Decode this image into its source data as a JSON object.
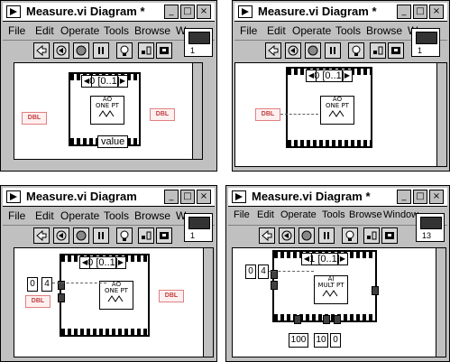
{
  "windows": [
    {
      "title": "Measure.vi Diagram *",
      "menu": [
        "File",
        "Edit",
        "Operate",
        "Tools",
        "Browse",
        "W"
      ],
      "palette_number": "1",
      "selector": "0 [0..1]",
      "vi_text": [
        "AO",
        "ONE PT"
      ],
      "indicator_label": "value",
      "dbl": "DBL"
    },
    {
      "title": "Measure.vi Diagram *",
      "menu": [
        "File",
        "Edit",
        "Operate",
        "Tools",
        "Browse",
        "W"
      ],
      "palette_number": "1",
      "selector": "0 [0..1]",
      "vi_text": [
        "AO",
        "ONE PT"
      ],
      "dbl": "DBL"
    },
    {
      "title": "Measure.vi Diagram",
      "menu": [
        "File",
        "Edit",
        "Operate",
        "Tools",
        "Browse",
        "W"
      ],
      "palette_number": "1",
      "selector": "0 [0..1]",
      "vi_text": [
        "AO",
        "ONE PT"
      ],
      "consts": [
        "0",
        "4"
      ],
      "dbl": "DBL"
    },
    {
      "title": "Measure.vi Diagram *",
      "menu": [
        "File",
        "Edit",
        "Operate",
        "Tools",
        "Browse",
        "Window"
      ],
      "palette_number": "13",
      "selector": "1 [0..1]",
      "vi_text": [
        "AI",
        "MULT PT"
      ],
      "consts": [
        "0",
        "4"
      ],
      "bottom_consts": [
        "100",
        "10",
        "0"
      ]
    }
  ],
  "window_buttons": [
    "_",
    "□",
    "×"
  ]
}
